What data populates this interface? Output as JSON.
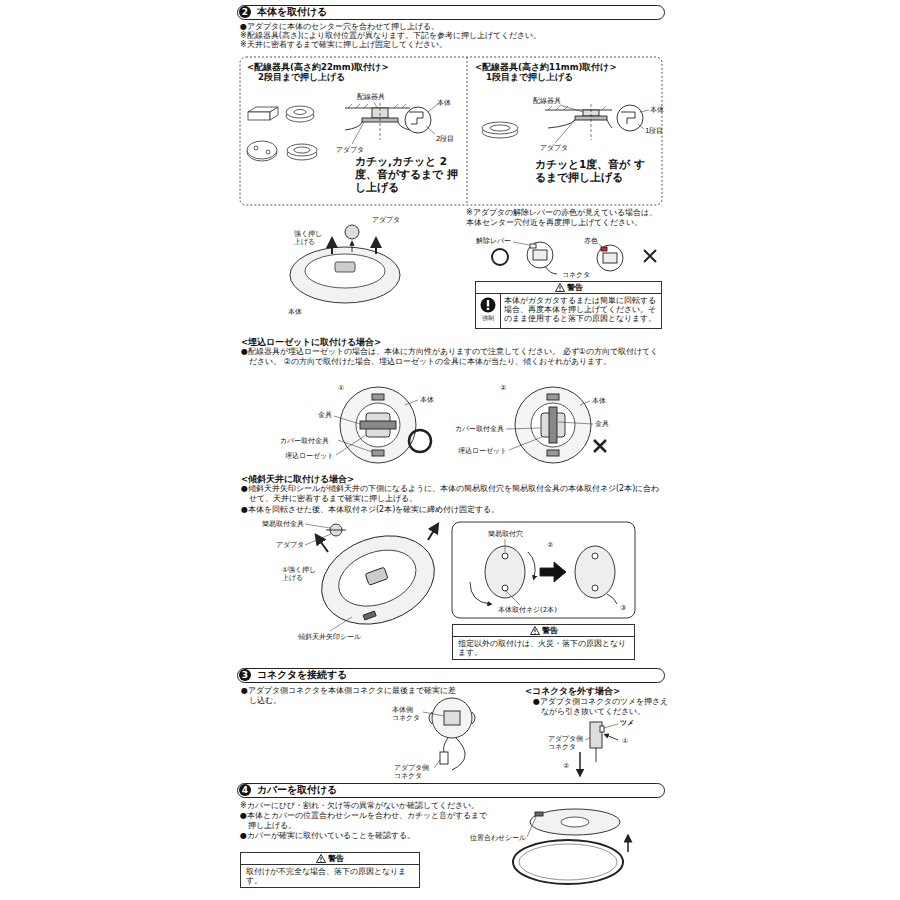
{
  "diagram": {
    "nodes": [
      {
        "text": [
          "2",
          "本体を取付ける"
        ]
      },
      {
        "text": [
          "<配線器具(高さ約22mm)取付け>",
          "2段目まで押し上げる",
          "カチッ,カチッと 2度、音がするまで 押し上げる"
        ]
      },
      {
        "text": [
          "<配線器具(高さ約11mm)取付け>",
          "1段目まで押し上げる",
          "カチッと1度、音が するまで押し上げる"
        ]
      },
      {
        "text": [
          "警告",
          "強制",
          "本体がガタガタするまたは簡単に回転する場合、再度本体を押し上げてください。そのまま使用すると落下の原因となります。"
        ]
      },
      {
        "text": [
          "警告",
          "指定以外の取付けは、火災・落下の原因となります。"
        ]
      },
      {
        "text": [
          "3",
          "コネクタを接続する"
        ]
      },
      {
        "text": [
          "4",
          "カバーを取付ける"
        ]
      },
      {
        "text": [
          "警告",
          "取付けが不完全な場合、落下の原因となります。"
        ]
      }
    ],
    "labels": [
      "●アダプタに本体のセンター穴を合わせて押し上げる。",
      "※配線器具(高さ)により取付位置が異なります。下記を参考に押し上げてください。",
      "※天井に密着するまで確実に押し上げ固定してください。",
      "配線器具",
      "本体",
      "アダプタ",
      "2段目",
      "配線器具",
      "本体",
      "アダプタ",
      "1段目",
      "アダプタ",
      "強く押し 上げる",
      "本体",
      "※アダプタの解除レバーの赤色が見えている場合は、 本体センター穴付近を再度押し上げてください。",
      "解除レバー",
      "コネクタ",
      "赤色",
      "<埋込ローゼットに取付ける場合>",
      "●配線器具が埋込ローゼットの場合は、本体に方向性がありますので注意してください。 必ず①の方向で取付けてください。 ②の方向で取付けた場合、埋込ローゼットの金具に本体が当たり、傾くおそれがあります。",
      "①",
      "本体",
      "金具",
      "カバー取付金具",
      "埋込ローゼット",
      "②",
      "本体",
      "金具",
      "カバー取付金具",
      "埋込ローゼット",
      "<傾斜天井に取付ける場合>",
      "●傾斜天井矢印シールが傾斜天井の下側になるように、本体の簡易取付穴を簡易取付金具の本体取付ネジ(2本)に合わせて、天井に密着するまで確実に押し上げる。",
      "●本体を回転させた後、本体取付ネジ(2本)を確実に締め付け固定する。",
      "簡易取付金具",
      "アダプタ",
      "①強く押し 上げる",
      "傾斜天井矢印シール",
      "簡易取付穴",
      "②",
      "本体取付ネジ(2本)",
      "③",
      "●アダプタ側コネクタを本体側コネクタに最後まで確実に差し込む。",
      "本体側 コネクタ",
      "アダプタ側 コネクタ",
      "<コネクタを外す場合>",
      "●アダプタ側コネクタのツメを押さえながら引き抜いてください。",
      "ツメ",
      "①",
      "アダプタ側 コネクタ",
      "②",
      "※カバーにひび・割れ・欠け等の異常がないか確認してください。",
      "●本体とカバーの位置合わせシールを合わせ、カチッと音がするまで押し上げる。",
      "●カバーが確実に取付いていることを確認する。",
      "位置合わせシール"
    ]
  }
}
